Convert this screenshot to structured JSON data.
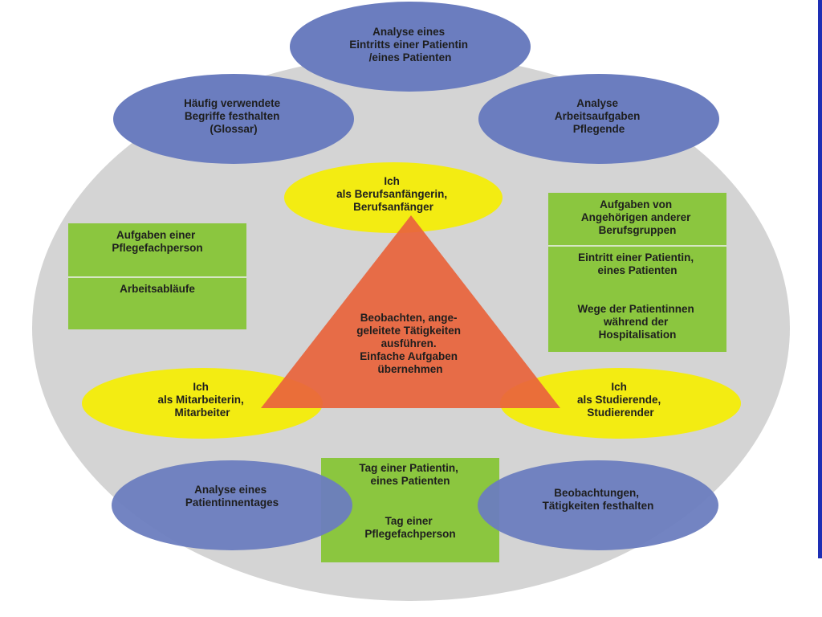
{
  "colors": {
    "background": "#ffffff",
    "outer_circle": "#d4d4d4",
    "blue_ellipse": "#6b7dbf",
    "yellow_ellipse": "#f3ec12",
    "green_box": "#8bc63f",
    "triangle": "#e8643c",
    "box_divider": "#f0f0f0",
    "side_bar": "#1e2fb4"
  },
  "blue_ellipses": {
    "top": [
      "Analyse eines",
      "Eintritts einer Patientin",
      "/eines Patienten"
    ],
    "upper_left": [
      "Häufig verwendete",
      "Begriffe festhalten",
      "(Glossar)"
    ],
    "upper_right": [
      "Analyse",
      "Arbeitsaufgaben",
      "Pflegende"
    ],
    "lower_left": [
      "Analyse eines",
      "Patientinnentages"
    ],
    "lower_right": [
      "Beobachtungen,",
      "Tätigkeiten festhalten"
    ]
  },
  "yellow_ellipses": {
    "top": [
      "Ich",
      "als Berufsanfängerin,",
      "Berufsanfänger"
    ],
    "left": [
      "Ich",
      "als Mitarbeiterin,",
      "Mitarbeiter"
    ],
    "right": [
      "Ich",
      "als Studierende,",
      "Studierender"
    ]
  },
  "green_boxes": {
    "left": {
      "section1": [
        "Aufgaben einer",
        "Pflegefachperson"
      ],
      "section2": [
        "Arbeitsabläufe"
      ]
    },
    "right": {
      "section1": [
        "Aufgaben von",
        "Angehörigen anderer",
        "Berufsgruppen"
      ],
      "section2a": [
        "Eintritt einer Patientin,",
        "eines Patienten"
      ],
      "section2b": [
        "Wege der Patientinnen",
        "während der",
        "Hospitalisation"
      ]
    },
    "bottom": {
      "part1": [
        "Tag einer Patientin,",
        "eines Patienten"
      ],
      "part2": [
        "Tag einer",
        "Pflegefachperson"
      ]
    }
  },
  "triangle": [
    "Beobachten, ange-",
    "geleitete Tätigkeiten",
    "ausführen.",
    "Einfache Aufgaben",
    "übernehmen"
  ]
}
